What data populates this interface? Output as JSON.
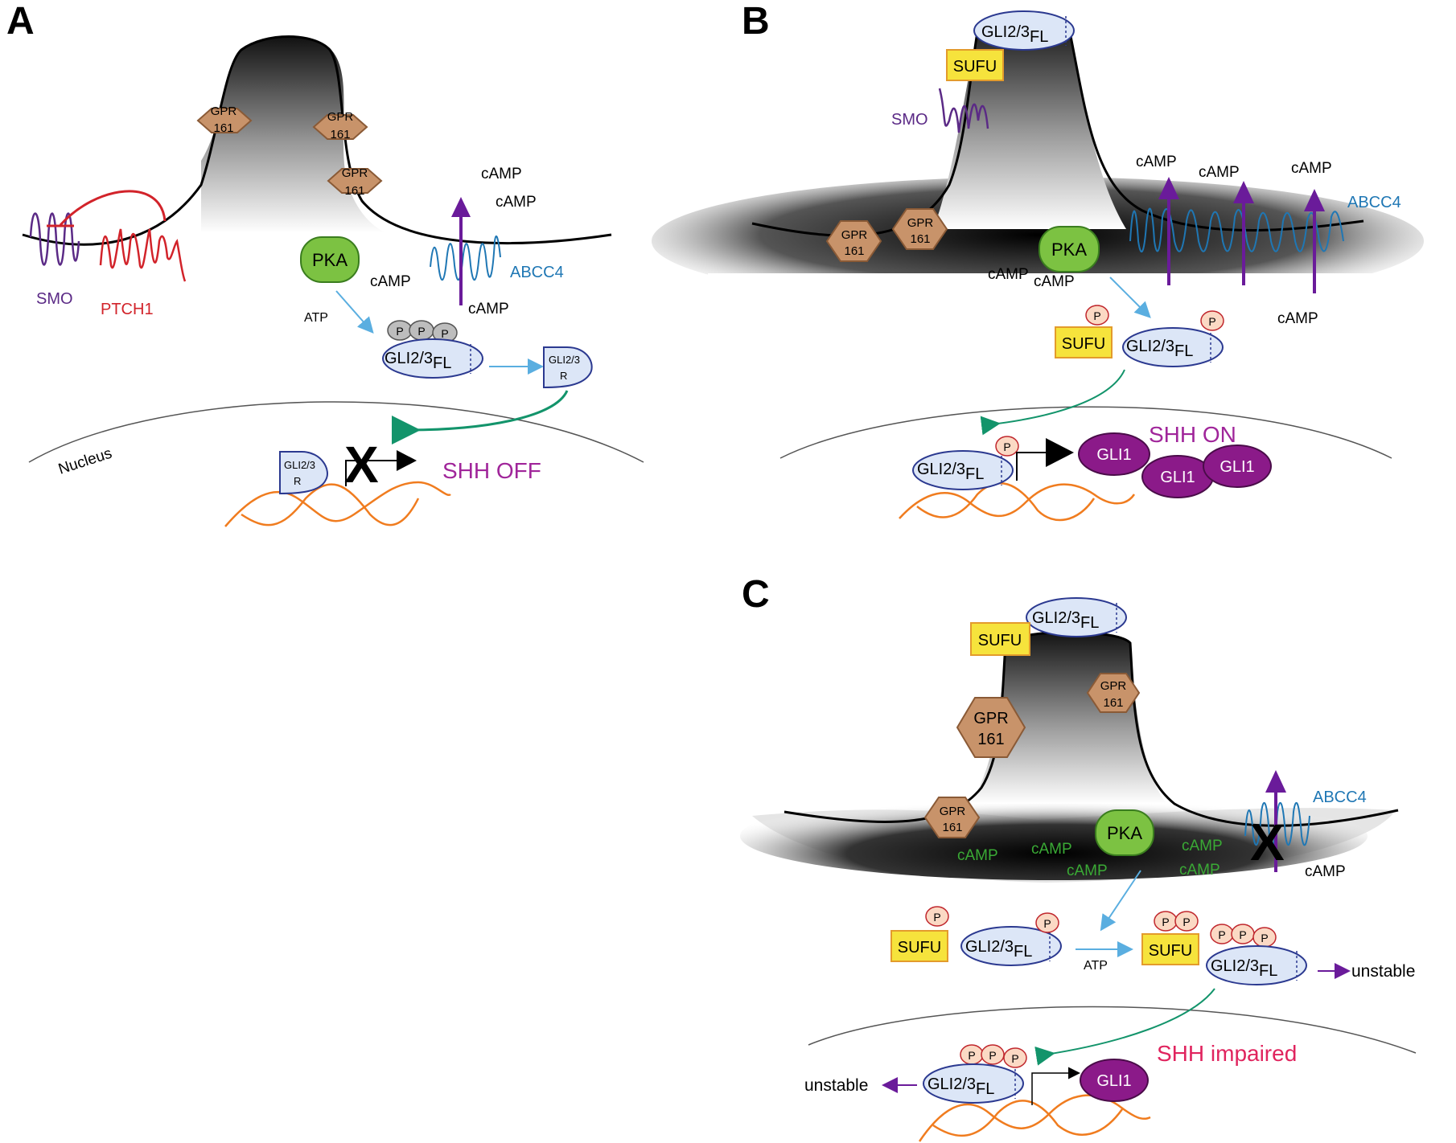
{
  "panels": {
    "a": {
      "letter": "A",
      "smo": "SMO",
      "ptch1": "PTCH1",
      "gpr161_line1": "GPR",
      "gpr161_line2": "161",
      "pka": "PKA",
      "camp": "cAMP",
      "atp": "ATP",
      "abcc4": "ABCC4",
      "gli_fl": "GLI2/3",
      "gli_fl_sub": "FL",
      "gli_r_line1": "GLI2/3",
      "gli_r_line2": "R",
      "p": "P",
      "nucleus": "Nucleus",
      "x_mark": "X",
      "state": "SHH OFF"
    },
    "b": {
      "letter": "B",
      "smo": "SMO",
      "sufu": "SUFU",
      "gpr161_line1": "GPR",
      "gpr161_line2": "161",
      "pka": "PKA",
      "camp": "cAMP",
      "abcc4": "ABCC4",
      "gli_fl": "GLI2/3",
      "gli_fl_sub": "FL",
      "gli1": "GLI1",
      "p": "P",
      "state": "SHH ON"
    },
    "c": {
      "letter": "C",
      "sufu": "SUFU",
      "gpr161_line1": "GPR",
      "gpr161_line2": "161",
      "pka": "PKA",
      "camp": "cAMP",
      "atp": "ATP",
      "abcc4": "ABCC4",
      "gli_fl": "GLI2/3",
      "gli_fl_sub": "FL",
      "gli1": "GLI1",
      "p": "P",
      "x_mark": "X",
      "unstable": "unstable",
      "state": "SHH impaired"
    }
  },
  "colors": {
    "smo": "#5b2a86",
    "ptch1": "#d2232a",
    "abcc4": "#1f77b4",
    "gpr161_fill": "#c8936a",
    "gpr161_stroke": "#8a5a36",
    "pka_fill": "#7cc242",
    "pka_stroke": "#3a7d1e",
    "gli_fill": "#dce6f7",
    "gli_stroke": "#2b3990",
    "gli1_fill": "#8b1a89",
    "sufu_fill": "#f6e33c",
    "sufu_stroke": "#e39b2c",
    "p_fill": "#fbd9c4",
    "p_stroke": "#c0272d",
    "p_grey": "#bdbdbd",
    "arrow_blue": "#5aaee0",
    "arrow_green": "#13946b",
    "arrow_purple": "#6a1b9a",
    "dna": "#f07c1f",
    "state_text_purple": "#a0259a",
    "state_text_red": "#e0245e",
    "camp_green": "#3aaa35"
  }
}
